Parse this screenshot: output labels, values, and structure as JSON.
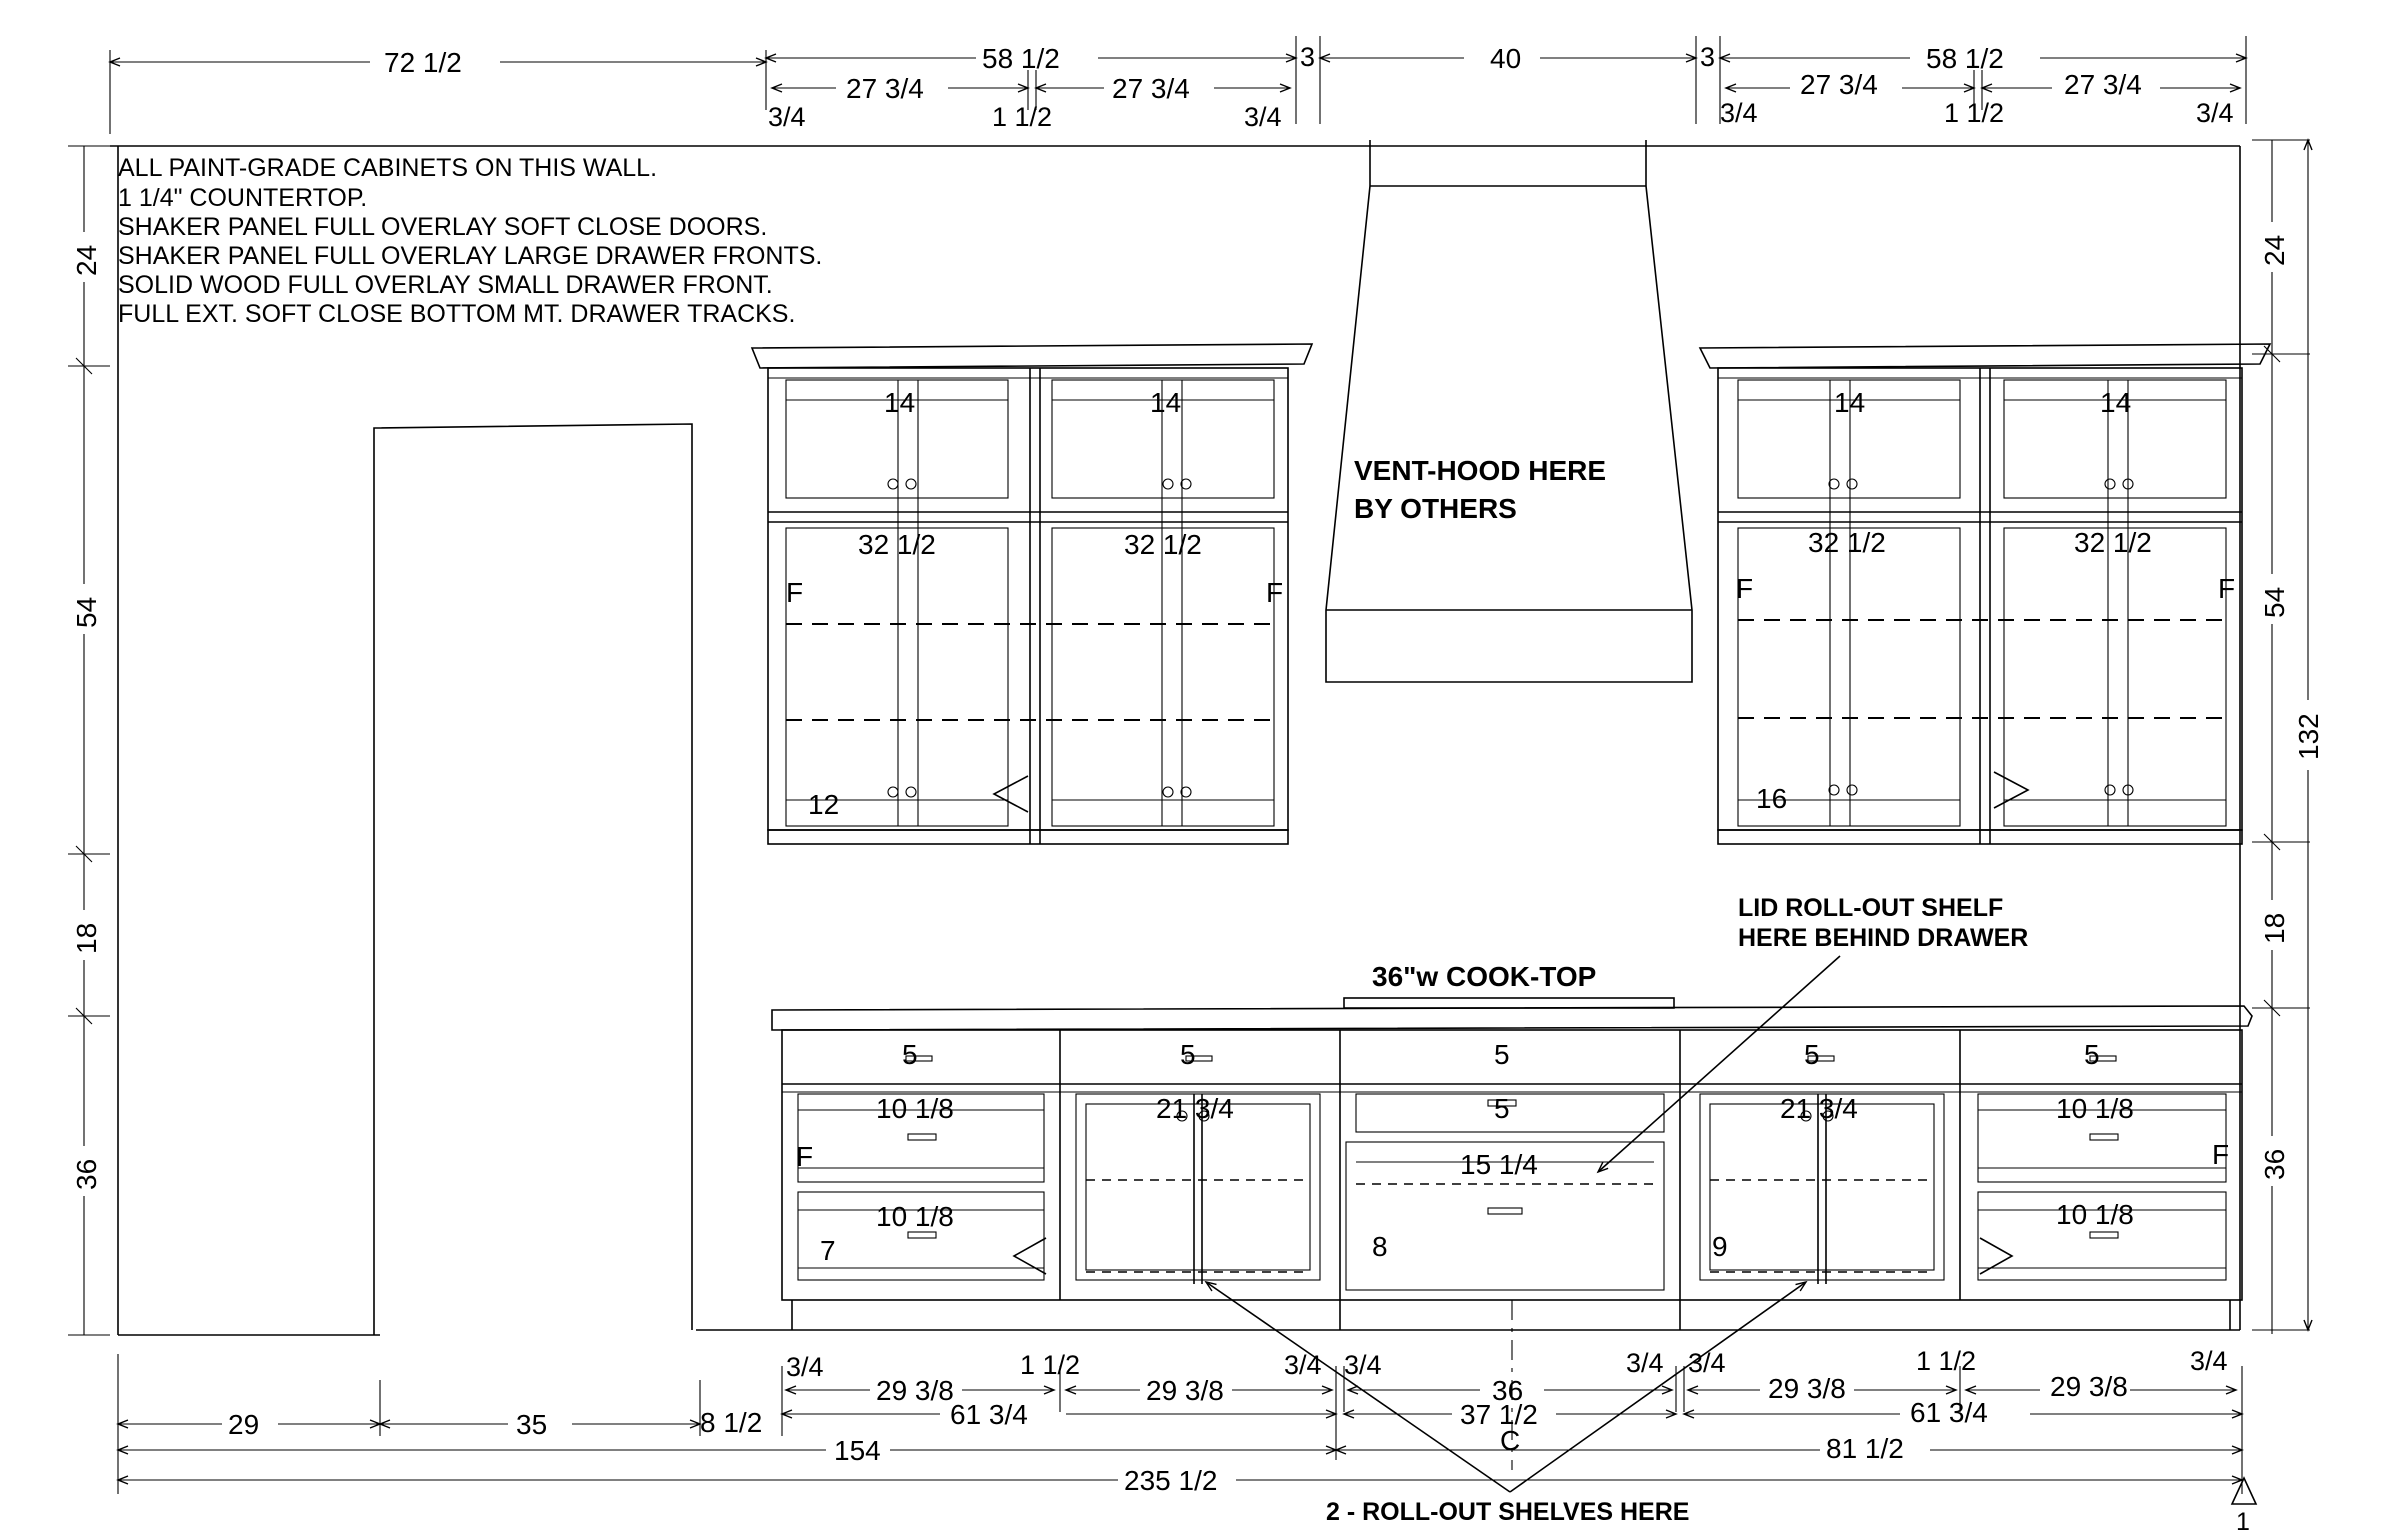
{
  "notes": [
    "ALL PAINT-GRADE CABINETS ON THIS WALL.",
    "1 1/4\" COUNTERTOP.",
    "SHAKER PANEL FULL OVERLAY SOFT CLOSE DOORS.",
    "SHAKER PANEL FULL OVERLAY LARGE DRAWER FRONTS.",
    "SOLID WOOD FULL OVERLAY SMALL DRAWER FRONT.",
    "FULL EXT. SOFT CLOSE BOTTOM MT. DRAWER TRACKS."
  ],
  "labels": {
    "vent_hood_line1": "VENT-HOOD HERE",
    "vent_hood_line2": "BY OTHERS",
    "cooktop": "36\"w COOK-TOP",
    "lid_shelf_line1": "LID ROLL-OUT SHELF",
    "lid_shelf_line2": "HERE BEHIND DRAWER",
    "rollout": "2 - ROLL-OUT SHELVES HERE",
    "section_marker": "1"
  },
  "top_dims": {
    "d1": "72 1/2",
    "d2": "58 1/2",
    "d3": "27 3/4",
    "d4": "27 3/4",
    "d5": "3/4",
    "d6": "1 1/2",
    "d7": "3/4",
    "d8": "3",
    "d9": "40",
    "d10": "3",
    "d11": "58 1/2",
    "d12": "27 3/4",
    "d13": "27 3/4",
    "d14": "3/4",
    "d15": "1 1/2",
    "d16": "3/4"
  },
  "left_dims": {
    "a": "24",
    "b": "54",
    "c": "18",
    "d": "36"
  },
  "right_dims": {
    "a": "24",
    "b": "54",
    "c": "18",
    "d": "36",
    "total": "132"
  },
  "bottom_dims": {
    "b1": "3/4",
    "b2": "1 1/2",
    "b3": "3/4",
    "b4": "3/4",
    "b5": "3/4",
    "b6": "3/4",
    "b7": "1 1/2",
    "b8": "3/4",
    "b9": "29 3/8",
    "b10": "29 3/8",
    "b11": "36",
    "b12": "29 3/8",
    "b13": "29 3/8",
    "b14": "29",
    "b15": "35",
    "b16": "8 1/2",
    "b17": "61 3/4",
    "b18": "37 1/2",
    "b19": "61 3/4",
    "b20": "154",
    "b21": "81 1/2",
    "b22": "235 1/2",
    "centerline": "C"
  },
  "upper_cab": {
    "shelf_a1": "14",
    "shelf_a2": "14",
    "shelf_b1": "14",
    "shelf_b2": "14",
    "door_a1": "32 1/2",
    "door_a2": "32 1/2",
    "door_b1": "32 1/2",
    "door_b2": "32 1/2",
    "fill": "F",
    "num_left": "12",
    "num_right": "16"
  },
  "base_cab": {
    "top_drawer": "5",
    "drawer_1018": "10 1/8",
    "door_2134": "21 3/4",
    "drawer_1514": "15 1/4",
    "fill": "F",
    "num7": "7",
    "num8": "8",
    "num9": "9"
  }
}
